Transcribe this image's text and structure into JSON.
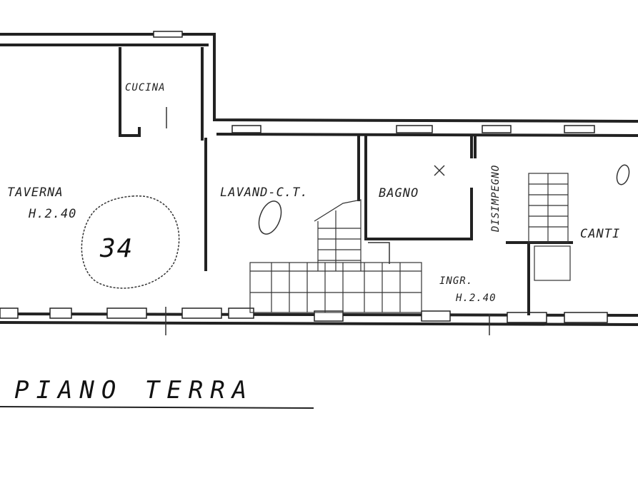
{
  "rooms": {
    "cucina": "CUCINA",
    "taverna": "TAVERNA",
    "taverna_height": "H.2.40",
    "lavanderia": "LAVAND-C.T.",
    "bagno": "BAGNO",
    "disimpegno": "DISIMPEGNO",
    "ingresso": "INGR.",
    "ingresso_height": "H.2.40",
    "cantina": "CANTI"
  },
  "annotations": {
    "circled_number": "34"
  },
  "floor_title": "PIANO TERRA",
  "colors": {
    "ink": "#222222",
    "paper": "#ffffff"
  }
}
